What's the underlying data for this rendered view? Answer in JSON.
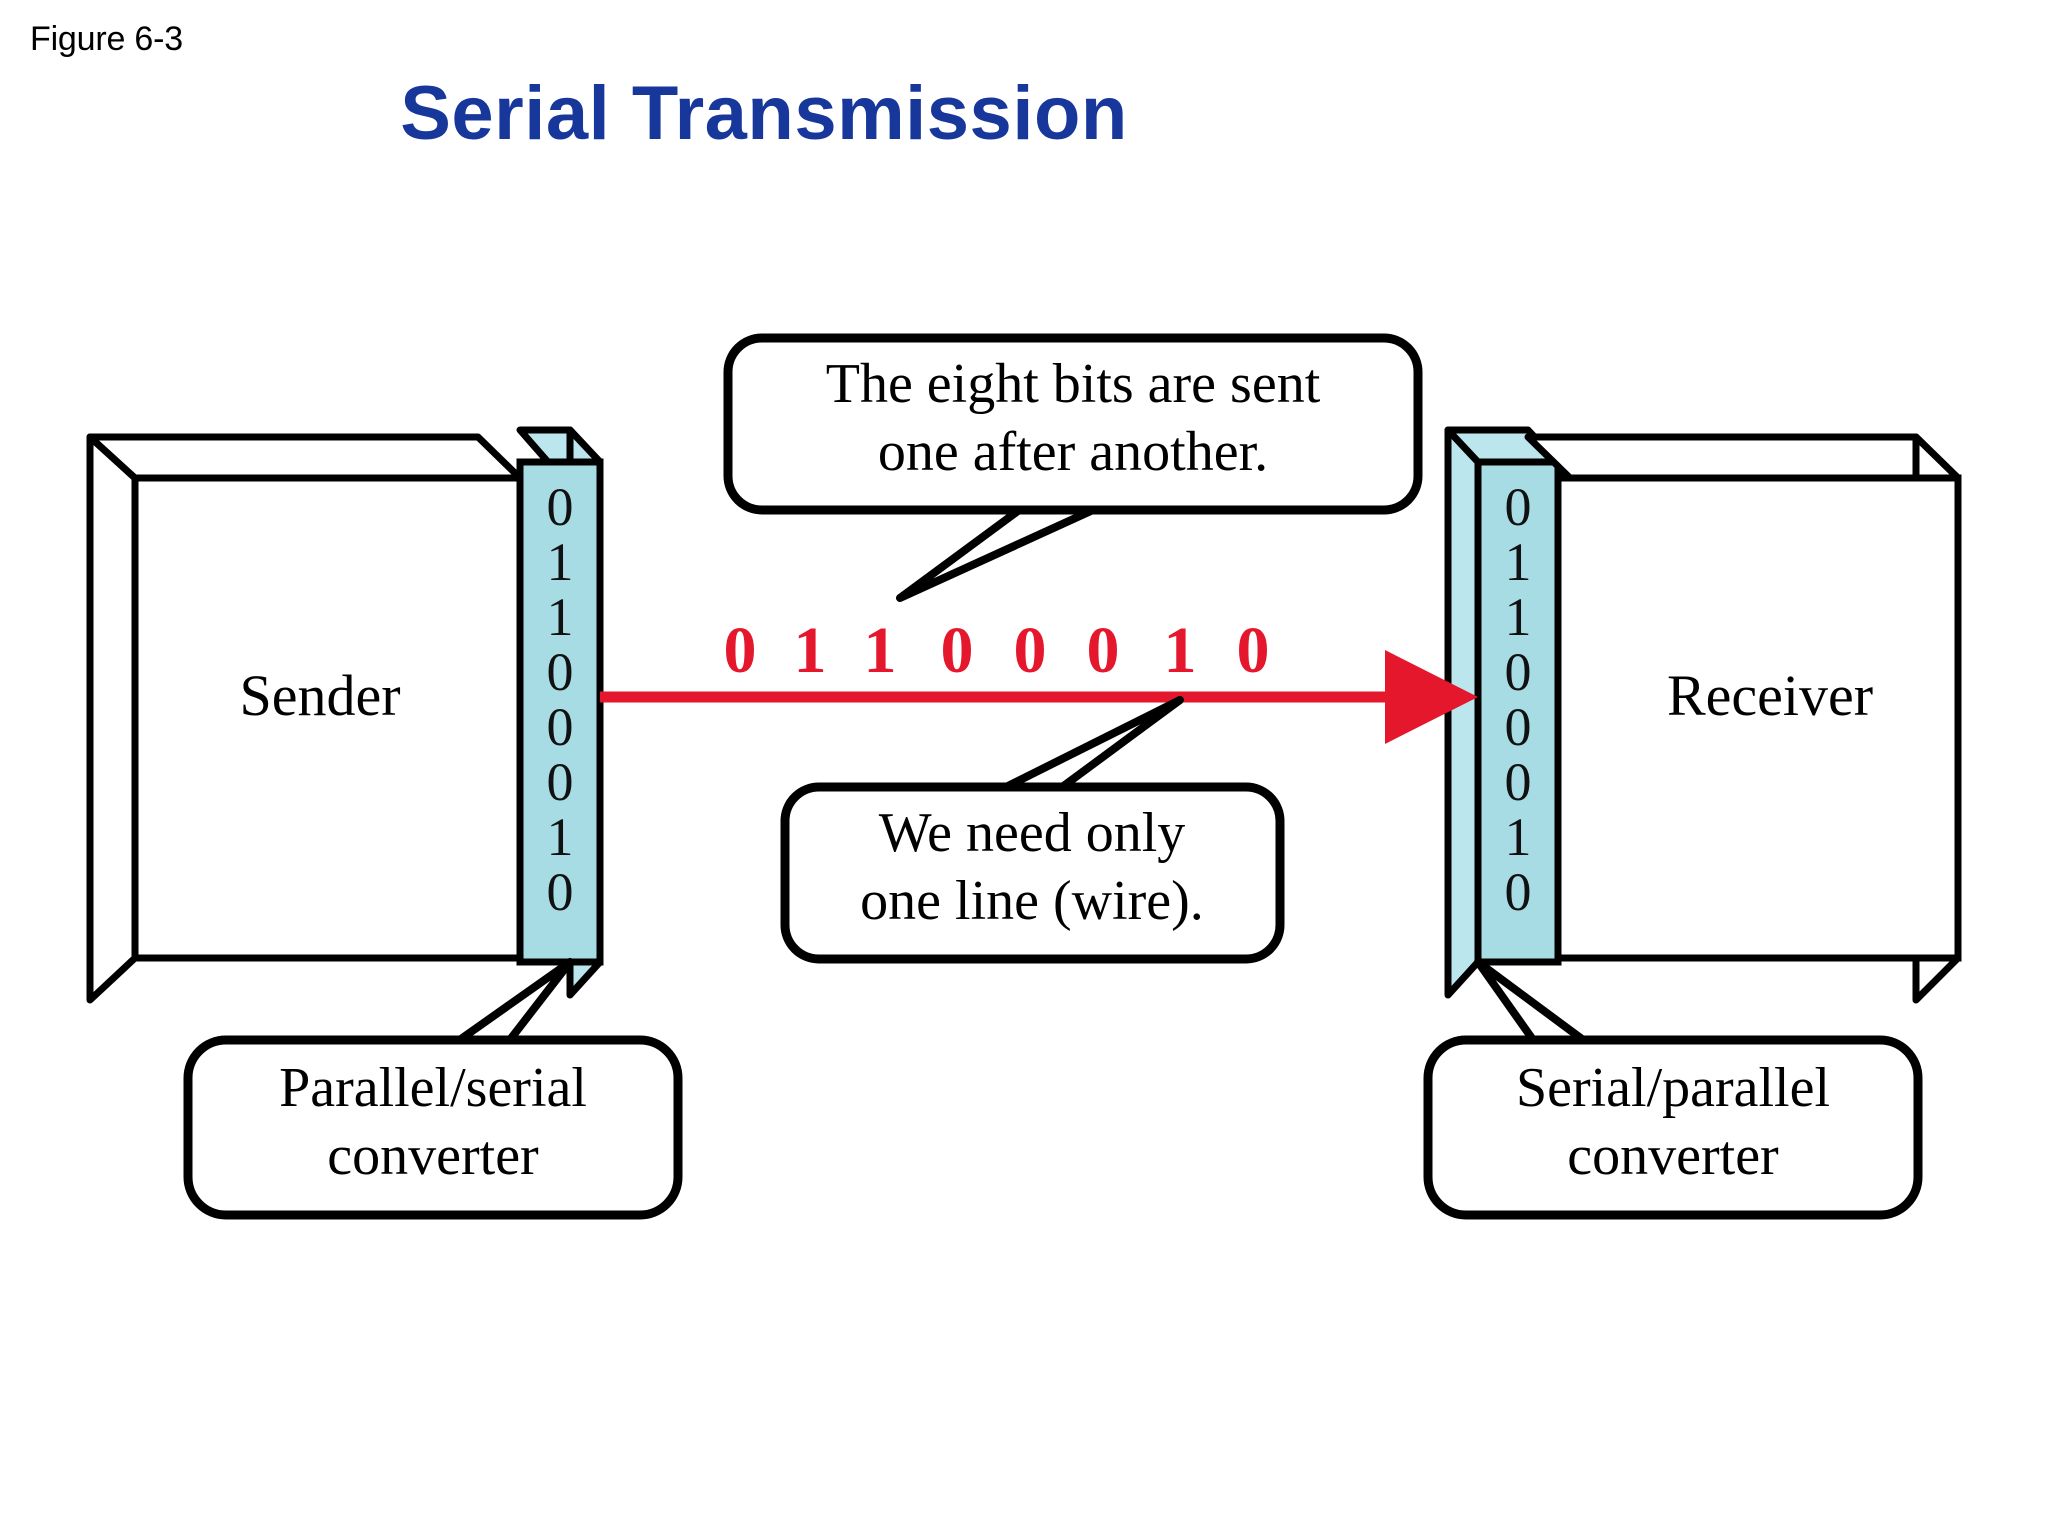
{
  "figure": {
    "label": "Figure 6-3",
    "title": "Serial Transmission"
  },
  "colors": {
    "title_blue": "#17379B",
    "converter_cyan": "#A8DCE5",
    "converter_cyan_side": "#BCE6ED",
    "wire_red": "#E4172C",
    "box_white": "#FFFFFF",
    "outline_black": "#000000"
  },
  "sender": {
    "label": "Sender",
    "converter_bits": [
      "0",
      "1",
      "1",
      "0",
      "0",
      "0",
      "1",
      "0"
    ],
    "converter_callout": "Parallel/serial converter",
    "converter_callout_lines": [
      "Parallel/serial",
      "converter"
    ]
  },
  "receiver": {
    "label": "Receiver",
    "converter_bits": [
      "0",
      "1",
      "1",
      "0",
      "0",
      "0",
      "1",
      "0"
    ],
    "converter_callout": "Serial/parallel converter",
    "converter_callout_lines": [
      "Serial/parallel",
      "converter"
    ]
  },
  "wire": {
    "bits": [
      "0",
      "1",
      "1",
      "0",
      "0",
      "0",
      "1",
      "0"
    ],
    "bit_string": "0 1 1 0 0 0 1 0",
    "direction": "left-to-right"
  },
  "callouts": {
    "top": {
      "lines": [
        "The eight bits are sent",
        "one after another."
      ],
      "line1": "The eight bits are sent",
      "line2": "one after another."
    },
    "bottom": {
      "lines": [
        "We need only",
        "one line (wire)."
      ],
      "line1": "We need only",
      "line2": "one line (wire)."
    }
  }
}
